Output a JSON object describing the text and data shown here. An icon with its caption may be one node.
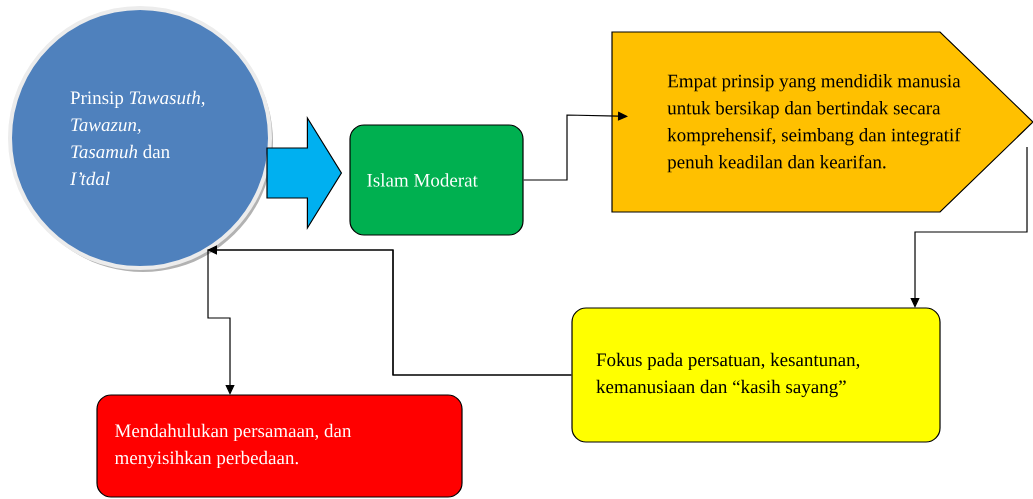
{
  "diagram": {
    "nodes": [
      {
        "text": [
          "Prinsip *Tawasuth, Tawazun, Tasamuh* dan *I’tdal*"
        ]
      },
      {
        "text": [
          "Islam Moderat"
        ]
      },
      {
        "text": [
          "Empat prinsip yang mendidik manusia untuk bersikap dan bertindak secara komprehensif, seimbang dan integratif penuh keadilan dan kearifan."
        ]
      },
      {
        "text": [
          "Fokus pada persatuan, kesantunan, kemanusiaan dan “kasih sayang”"
        ]
      },
      {
        "text": [
          "Mendahulukan persamaan, dan menyisihkan perbedaan."
        ]
      }
    ],
    "edges": [
      {
        "from": 0,
        "to": 1,
        "arrow": "to",
        "style": "thick",
        "color": "#00b0f0"
      },
      {
        "from": 1,
        "to": 2,
        "arrow": "to"
      },
      {
        "from": 2,
        "to": 3,
        "arrow": "to"
      },
      {
        "from": 3,
        "to": 0,
        "arrow": "to"
      },
      {
        "from": 3,
        "to": 4,
        "arrow": "to"
      }
    ]
  }
}
